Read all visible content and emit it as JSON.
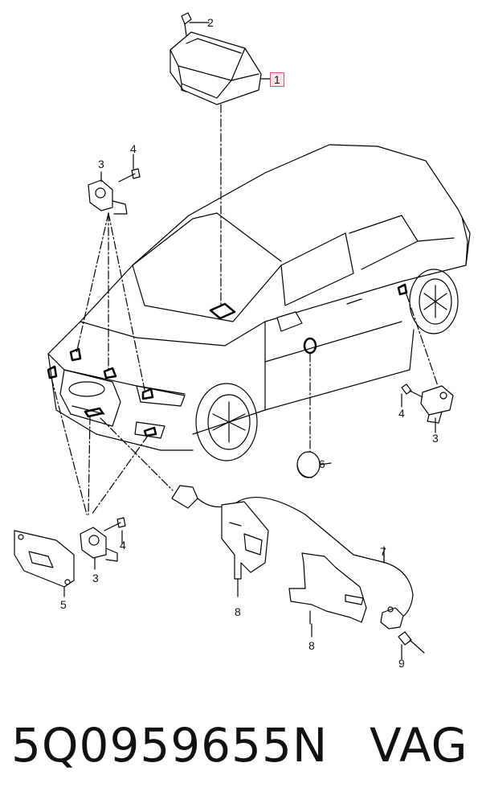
{
  "callouts": {
    "c1": "1",
    "c2": "2",
    "c3a": "3",
    "c4a": "4",
    "c3b": "3",
    "c4b": "4",
    "c3c": "3",
    "c4c": "4",
    "c5": "5",
    "c6": "6",
    "c7": "7",
    "c8a": "8",
    "c8b": "8",
    "c9": "9"
  },
  "footer": {
    "part_number": "5Q0959655N",
    "brand": "VAG"
  },
  "colors": {
    "highlight_fill": "#fde3e8",
    "highlight_border": "#d05a6a",
    "line": "#000000"
  }
}
